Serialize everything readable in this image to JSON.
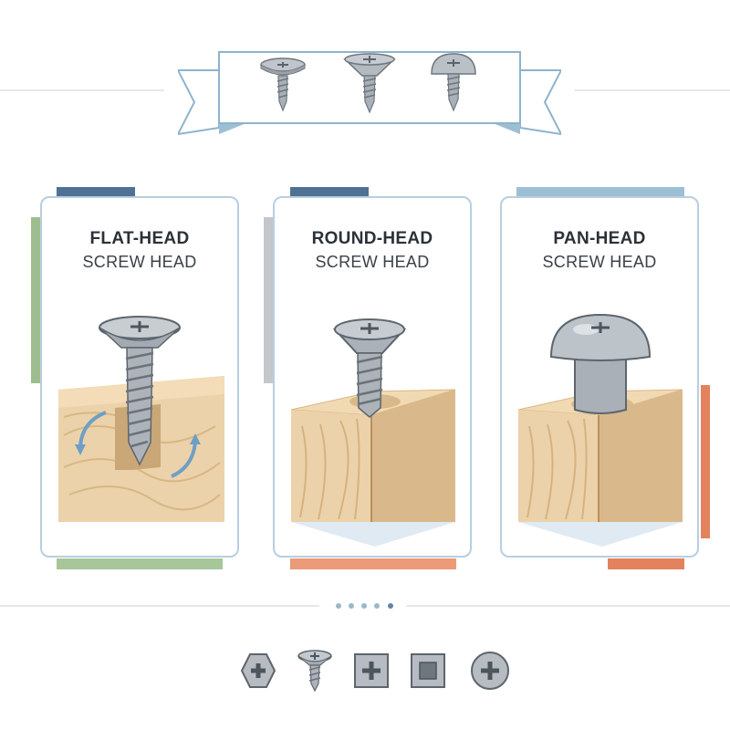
{
  "header_icons": [
    "flat-head-screw-icon",
    "round-head-screw-icon",
    "pan-head-screw-icon"
  ],
  "cards": [
    {
      "title": "FLAT-HEAD",
      "subtitle": "SCREW HEAD",
      "icon": "flat-head-screw-in-wood-icon"
    },
    {
      "title": "ROUND-HEAD",
      "subtitle": "SCREW HEAD",
      "icon": "round-head-screw-in-wood-icon"
    },
    {
      "title": "PAN-HEAD",
      "subtitle": "SCREW HEAD",
      "icon": "pan-head-screw-in-wood-icon"
    }
  ],
  "pagination": {
    "count": 5,
    "active": 4
  },
  "drive_icons": [
    "hex-phillips-drive-icon",
    "screw-phillips-icon",
    "square-phillips-drive-icon",
    "square-drive-icon",
    "round-phillips-drive-icon"
  ],
  "colors": {
    "card_border": "#b7cfe0",
    "accent_blue_dark": "#4f7193",
    "accent_blue_light": "#9dbfd4",
    "accent_green": "#9ebd8f",
    "accent_orange": "#e3825c",
    "wood": "#ecd2aa",
    "metal": "#a9b0b7"
  }
}
